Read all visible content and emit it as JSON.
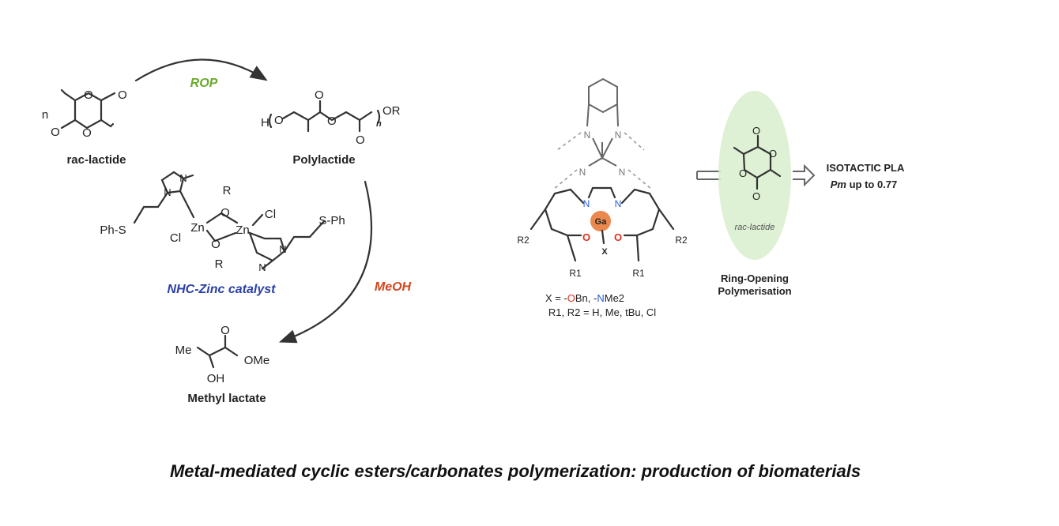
{
  "colors": {
    "rop": "#6aaa2a",
    "catalyst": "#2b3fa8",
    "meoh": "#d2461c",
    "oxygen": "#e0301e",
    "nitrogen": "#2a5bd8",
    "gallium": "#e8732e",
    "ellipse": "#d8efcc"
  },
  "left": {
    "rop_label": "ROP",
    "lactide": {
      "n": "n",
      "o1": "O",
      "o2": "O",
      "o3": "O",
      "o4": "O",
      "label": "rac-lactide"
    },
    "polylactide": {
      "h": "H",
      "o1": "O",
      "o2": "O",
      "o3": "O",
      "o4": "O",
      "n": "n",
      "or": "OR",
      "label": "Polylactide"
    },
    "catalyst": {
      "ph_s_left": "Ph-S",
      "zn1": "Zn",
      "zn2": "Zn",
      "cl1": "Cl",
      "cl2": "Cl",
      "s_ph_right": "S-Ph",
      "r_top": "R",
      "r_bottom": "R",
      "o_top": "O",
      "o_bottom": "O",
      "n1": "N",
      "n2": "N",
      "n3": "N",
      "n4": "N",
      "label": "NHC-Zinc catalyst"
    },
    "meoh_label": "MeOH",
    "methyl_lactate": {
      "me": "Me",
      "o": "O",
      "ome": "OMe",
      "oh": "OH",
      "label": "Methyl lactate"
    }
  },
  "right": {
    "ligand": {
      "n_upper_left": "N",
      "n_upper_right": "N",
      "n_mid_left": "N",
      "n_mid_right": "N",
      "n_blue_left": "N",
      "n_blue_right": "N",
      "ga": "Ga",
      "o_left": "O",
      "o_right": "O",
      "x": "X",
      "r2_left": "R2",
      "r2_right": "R2",
      "r1_left": "R1",
      "r1_right": "R1"
    },
    "x_def": {
      "prefix": "X = -",
      "o": "O",
      "mid": "Bn, -",
      "n": "N",
      "suffix": "Me2"
    },
    "r_def": "R1, R2 = H, Me, tBu, Cl",
    "lactide": {
      "o1": "O",
      "o2": "O",
      "o3": "O",
      "o4": "O",
      "label": "rac-lactide"
    },
    "process_label_1": "Ring-Opening",
    "process_label_2": "Polymerisation",
    "result_1": "ISOTACTIC PLA",
    "result_2_symbol": "Pm",
    "result_2_text": "up to 0.77"
  },
  "title": "Metal-mediated cyclic esters/carbonates polymerization: production of biomaterials"
}
